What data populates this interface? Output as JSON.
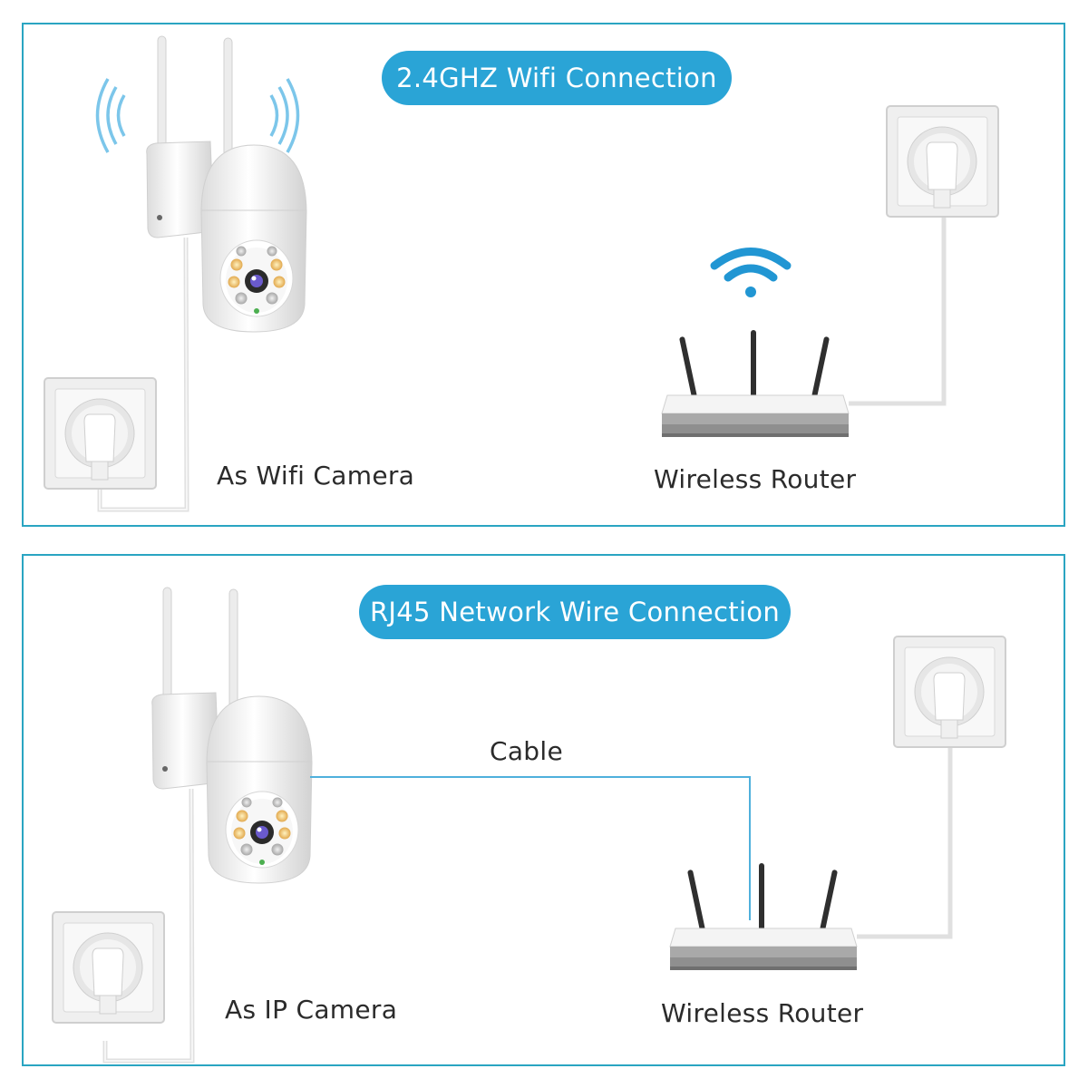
{
  "top_panel": {
    "title": "2.4GHZ Wifi Connection",
    "camera_label": "As Wifi Camera",
    "router_label": "Wireless Router"
  },
  "bottom_panel": {
    "title": "RJ45 Network Wire Connection",
    "cable_label": "Cable",
    "camera_label": "As IP Camera",
    "router_label": "Wireless Router"
  },
  "colors": {
    "frame": "#2aa5c2",
    "pill": "#2aa4d6",
    "wifi_signal": "#2196d3",
    "cable": "#4fb0dc"
  },
  "icons": [
    "security-camera-icon",
    "wall-socket-icon",
    "wifi-router-icon",
    "wifi-signal-icon",
    "signal-waves-icon"
  ]
}
